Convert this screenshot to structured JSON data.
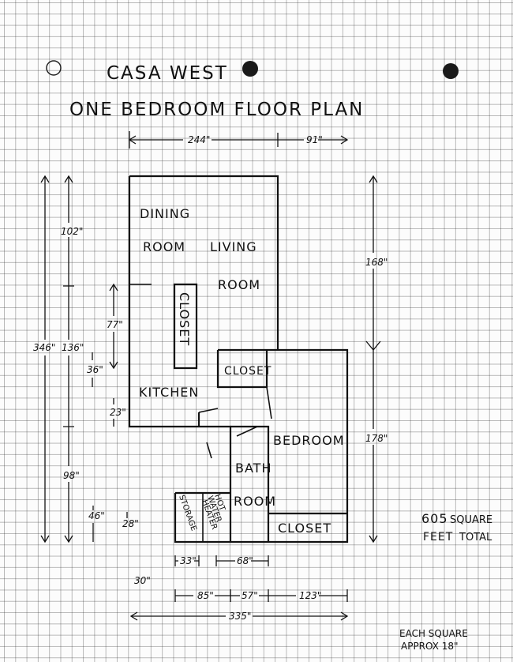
{
  "header": {
    "property_name": "CASA WEST",
    "plan_title": "ONE BEDROOM FLOOR PLAN"
  },
  "rooms": {
    "dining": "DINING",
    "dining_room": "ROOM",
    "living": "LIVING",
    "living_room": "ROOM",
    "closet_vertical": "CLOSET",
    "kitchen": "KITCHEN",
    "closet_center": "CLOSET",
    "bedroom": "BEDROOM",
    "bath": "BATH",
    "bath_room": "ROOM",
    "closet_bottom": "CLOSET",
    "storage": "STORAGE",
    "hot": "HOT",
    "water": "WATER",
    "heater": "HEATER"
  },
  "dimensions": {
    "top_width_left": "244\"",
    "top_width_right": "91\"",
    "overall_height": "346\"",
    "upper_height": "102\"",
    "mid_height": "136\"",
    "lower_height": "98\"",
    "closet_span": "77\"",
    "small_span_a": "36\"",
    "small_span_b": "23\"",
    "low_span_a": "46\"",
    "low_span_b": "28\"",
    "right_upper": "168\"",
    "right_lower": "178\"",
    "bottom_a": "33\"",
    "bottom_b": "68\"",
    "bottom_c": "30\"",
    "bottom_d": "85\"",
    "bottom_e": "57\"",
    "bottom_f": "123\"",
    "bottom_total": "335\""
  },
  "totals": {
    "area_value": "605",
    "area_unit": "SQUARE",
    "area_suffix_a": "FEET",
    "area_suffix_b": "TOTAL"
  },
  "footnote": {
    "line1": "EACH SQUARE",
    "line2": "APPROX 18\""
  }
}
